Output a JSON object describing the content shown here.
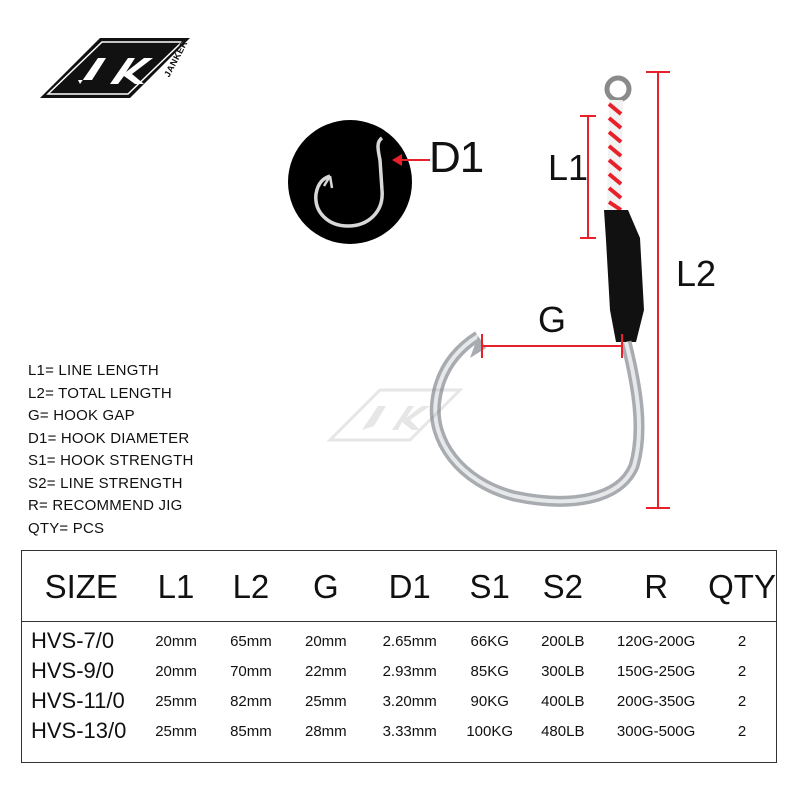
{
  "brand": {
    "logo_letters": "JK",
    "logo_word": "JANKER"
  },
  "diagram_labels": {
    "d1": "D1",
    "l1": "L1",
    "l2": "L2",
    "g": "G"
  },
  "legend": [
    "L1= LINE LENGTH",
    "L2= TOTAL LENGTH",
    "G= HOOK GAP",
    "D1= HOOK DIAMETER",
    "S1= HOOK STRENGTH",
    "S2= LINE STRENGTH",
    "R= RECOMMEND JIG",
    "QTY= PCS"
  ],
  "table": {
    "headers": [
      "SIZE",
      "L1",
      "L2",
      "G",
      "D1",
      "S1",
      "S2",
      "R",
      "QTY"
    ],
    "rows": [
      [
        "HVS-7/0",
        "20mm",
        "65mm",
        "20mm",
        "2.65mm",
        "66KG",
        "200LB",
        "120G-200G",
        "2"
      ],
      [
        "HVS-9/0",
        "20mm",
        "70mm",
        "22mm",
        "2.93mm",
        "85KG",
        "300LB",
        "150G-250G",
        "2"
      ],
      [
        "HVS-11/0",
        "25mm",
        "82mm",
        "25mm",
        "3.20mm",
        "90KG",
        "400LB",
        "200G-350G",
        "2"
      ],
      [
        "HVS-13/0",
        "25mm",
        "85mm",
        "28mm",
        "3.33mm",
        "100KG",
        "480LB",
        "300G-500G",
        "2"
      ]
    ]
  },
  "colors": {
    "dimension_red": "#e8202a",
    "ink": "#111111",
    "hook_silver": "#c9ccd0"
  }
}
